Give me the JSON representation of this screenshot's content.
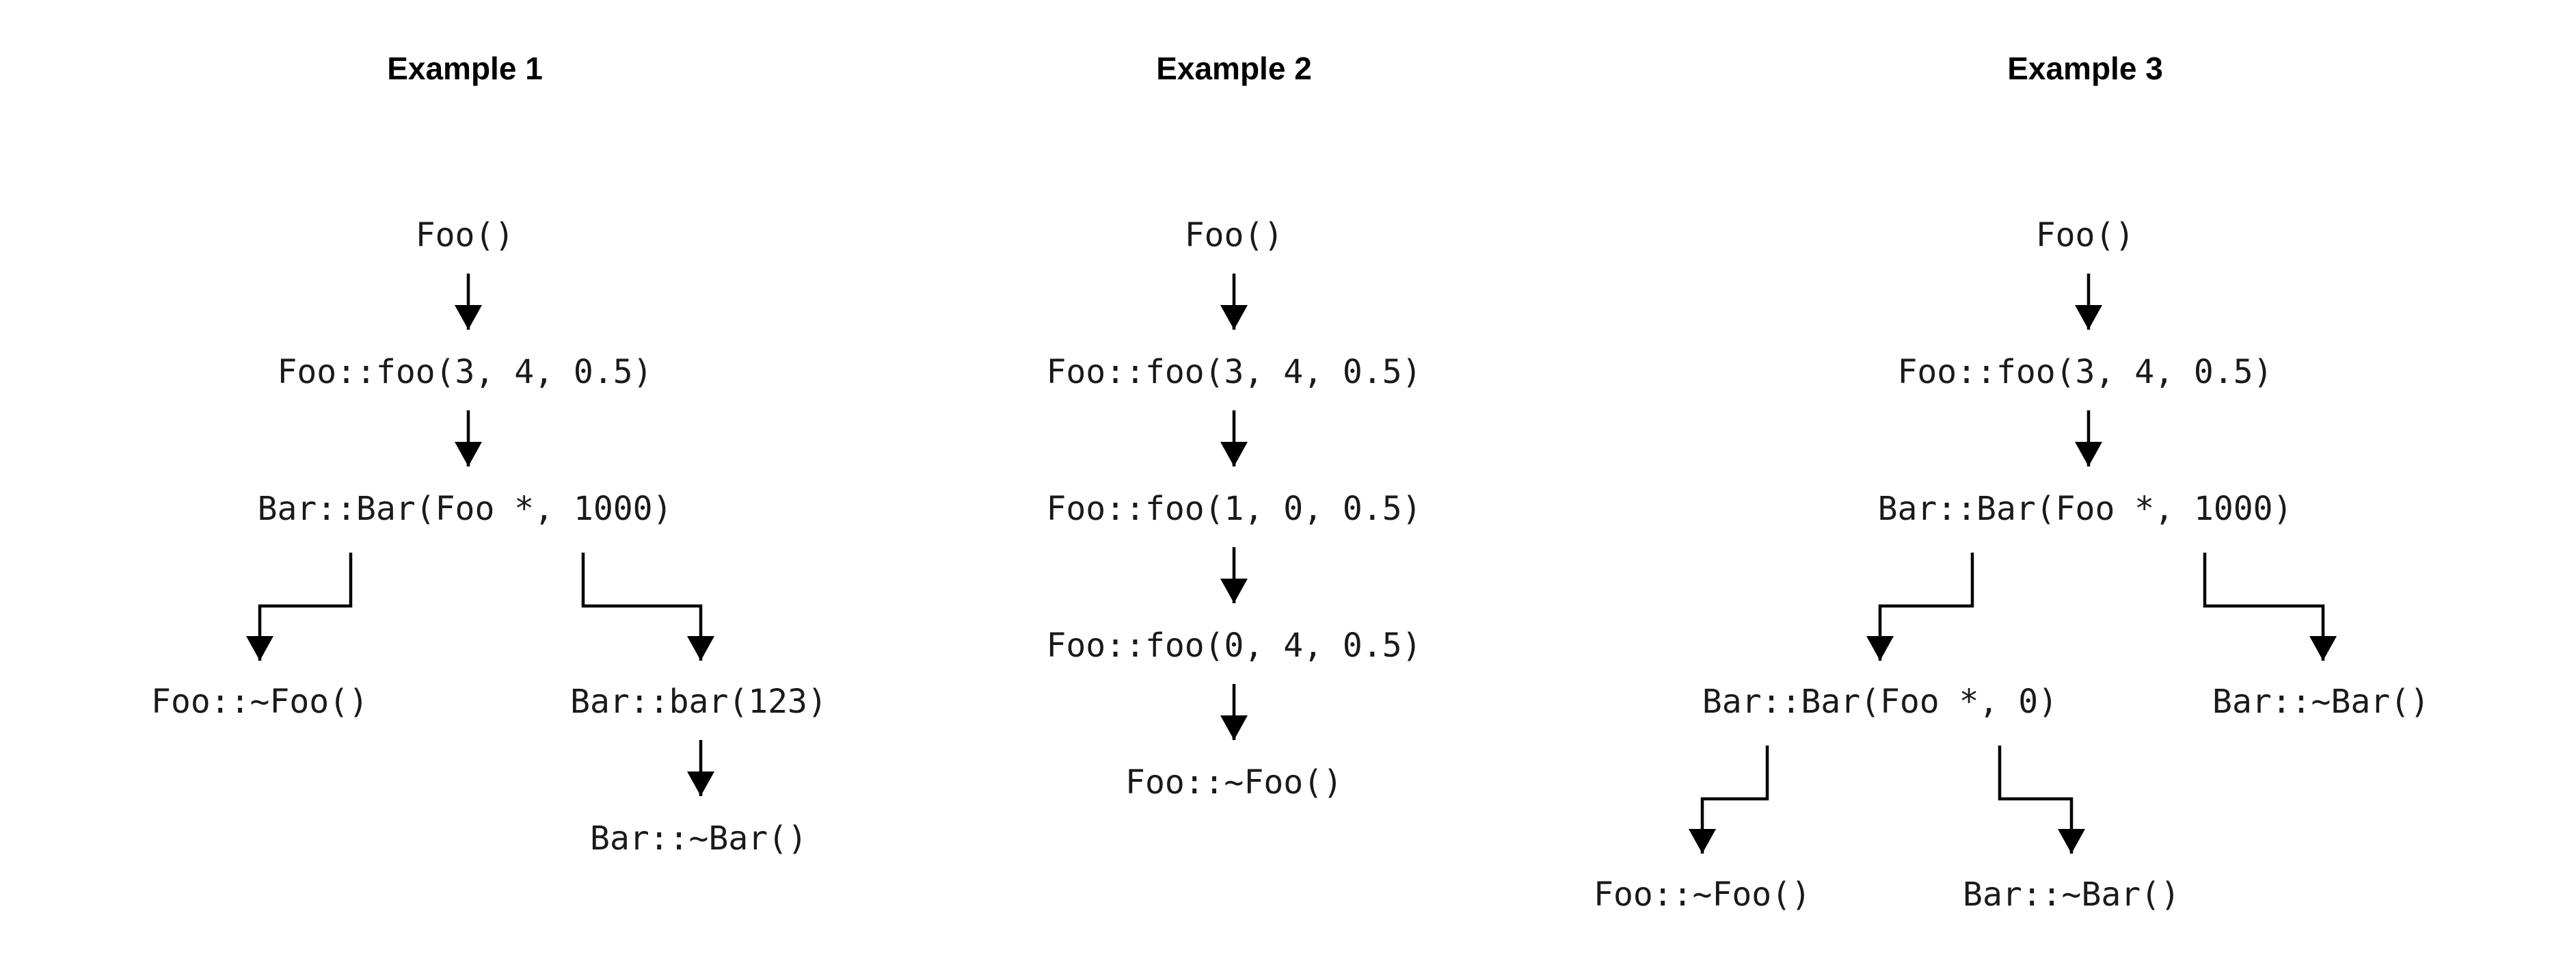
{
  "examples": [
    {
      "title": "Example 1",
      "nodes": {
        "foo_ctor": "Foo()",
        "foo_call": "Foo::foo(3, 4, 0.5)",
        "bar_ctor": "Bar::Bar(Foo *, 1000)",
        "foo_dtor": "Foo::~Foo()",
        "bar_call": "Bar::bar(123)",
        "bar_dtor": "Bar::~Bar()"
      }
    },
    {
      "title": "Example 2",
      "nodes": {
        "foo_ctor": "Foo()",
        "foo_call_1": "Foo::foo(3, 4, 0.5)",
        "foo_call_2": "Foo::foo(1, 0, 0.5)",
        "foo_call_3": "Foo::foo(0, 4, 0.5)",
        "foo_dtor": "Foo::~Foo()"
      }
    },
    {
      "title": "Example 3",
      "nodes": {
        "foo_ctor": "Foo()",
        "foo_call": "Foo::foo(3, 4, 0.5)",
        "bar_ctor": "Bar::Bar(Foo *, 1000)",
        "bar_ctor_inner": "Bar::Bar(Foo *, 0)",
        "bar_dtor_outer": "Bar::~Bar()",
        "foo_dtor": "Foo::~Foo()",
        "bar_dtor_inner": "Bar::~Bar()"
      }
    }
  ]
}
